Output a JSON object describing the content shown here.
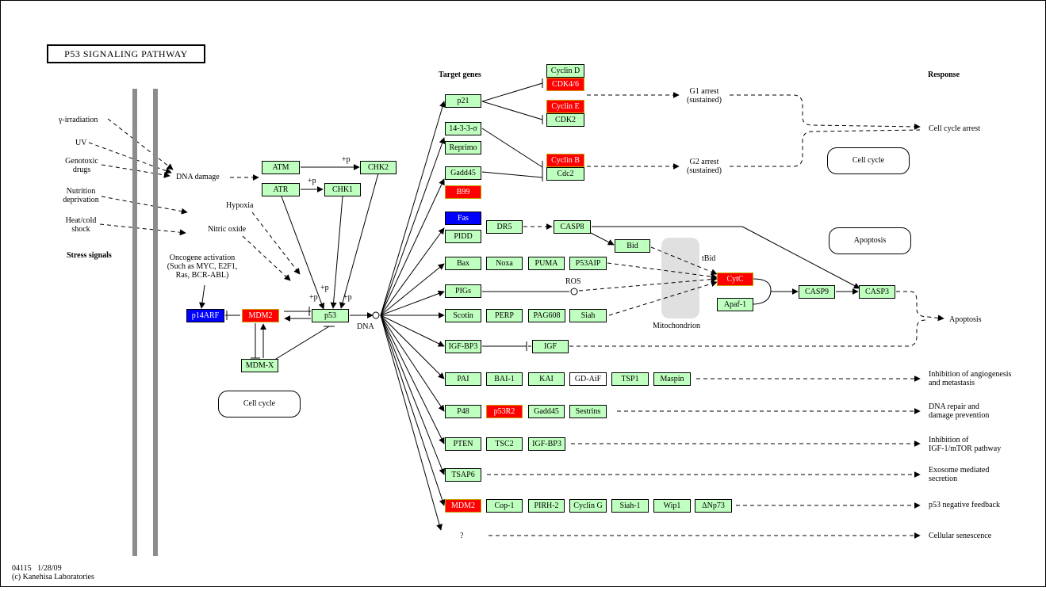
{
  "title": "P53 SIGNALING PATHWAY",
  "headers": {
    "target_genes": "Target genes",
    "response": "Response",
    "stress_signals": "Stress signals"
  },
  "footer": {
    "line1": "04115   1/28/09",
    "line2": "(c) Kanehisa Laboratories"
  },
  "stress": {
    "gamma": "γ-irradiation",
    "uv": "UV",
    "genotoxic": "Genotoxic\ndrugs",
    "nutrition": "Nutrition\ndeprivation",
    "heat": "Heat/cold\nshock",
    "dna_damage": "DNA damage",
    "hypoxia": "Hypoxia",
    "nitric": "Nitric oxide",
    "oncogene": "Oncogene activation\n(Such as MYC, E2F1,\nRas, BCR-ABL)"
  },
  "misc": {
    "dna": "DNA",
    "ros": "ROS",
    "tbid": "tBid",
    "mito": "Mitochondrion",
    "plus_p": "+p",
    "question": "?",
    "cell_cycle": "Cell cycle",
    "apoptosis": "Apoptosis",
    "g1": "G1 arrest\n(sustained)",
    "g2": "G2 arrest\n(sustained)"
  },
  "responses": {
    "cycle_arrest": "Cell cycle arrest",
    "apoptosis": "Apoptosis",
    "angio": "Inhibition of angiogenesis\nand metastasis",
    "dna_repair": "DNA repair and\ndamage prevention",
    "igf": "Inhibition of\nIGF-1/mTOR pathway",
    "exosome": "Exosome mediated\nsecretion",
    "feedback": "p53 negative feedback",
    "senescence": "Cellular senescence"
  },
  "genes": {
    "atm": "ATM",
    "atr": "ATR",
    "chk2": "CHK2",
    "chk1": "CHK1",
    "p53": "p53",
    "mdm2": "MDM2",
    "mdmx": "MDM-X",
    "p14arf": "p14ARF",
    "p21": "p21",
    "s1433": "14-3-3-σ",
    "reprimo": "Reprimo",
    "gadd45": "Gadd45",
    "b99": "B99",
    "cyclind": "Cyclin D",
    "cdk46": "CDK4/6",
    "cycline": "Cyclin E",
    "cdk2": "CDK2",
    "cyclinb": "Cyclin B",
    "cdc2": "Cdc2",
    "fas": "Fas",
    "pidd": "PIDD",
    "dr5": "DR5",
    "casp8": "CASP8",
    "bid": "Bid",
    "bax": "Bax",
    "noxa": "Noxa",
    "puma": "PUMA",
    "p53aip": "P53AIP",
    "pigs": "PIGs",
    "scotin": "Scotin",
    "perp": "PERP",
    "pag608": "PAG608",
    "siah": "Siah",
    "cytc": "CytC",
    "apaf1": "Apaf-1",
    "casp9": "CASP9",
    "casp3": "CASP3",
    "igfbp3": "IGF-BP3",
    "igf": "IGF",
    "pai": "PAI",
    "bai1": "BAI-1",
    "kai": "KAI",
    "gdaif": "GD-AiF",
    "tsp1": "TSP1",
    "maspin": "Maspin",
    "p48": "P48",
    "p53r2": "p53R2",
    "gadd45b": "Gadd45",
    "sestrins": "Sestrins",
    "pten": "PTEN",
    "tsc2": "TSC2",
    "igfbp3b": "IGF-BP3",
    "tsap6": "TSAP6",
    "mdm2b": "MDM2",
    "cop1": "Cop-1",
    "pirh2": "PIRH-2",
    "cycling": "Cyclin G",
    "siah1": "Siah-1",
    "wip1": "Wip1",
    "dnp73": "ΔNp73"
  },
  "colors": {
    "node_fill": "#bfffbf",
    "highlight_red": "#ff0000",
    "highlight_blue": "#0000ff",
    "mito_fill": "#e0e0e0",
    "bar": "#8c8c8c"
  }
}
